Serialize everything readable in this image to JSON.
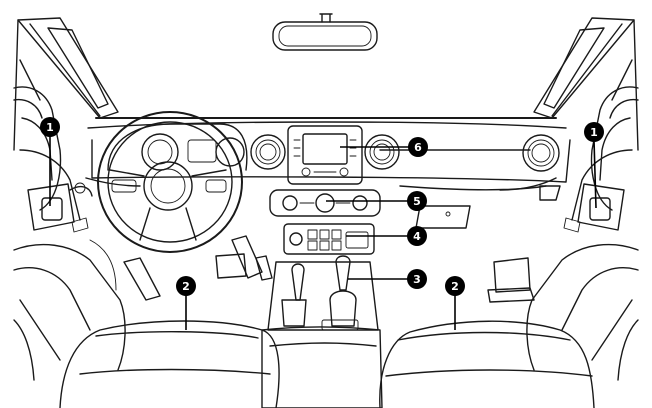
{
  "callouts": [
    {
      "id": "c1-left",
      "label": "1"
    },
    {
      "id": "c1-right",
      "label": "1"
    },
    {
      "id": "c2-left",
      "label": "2"
    },
    {
      "id": "c2-right",
      "label": "2"
    },
    {
      "id": "c3",
      "label": "3"
    },
    {
      "id": "c4",
      "label": "4"
    },
    {
      "id": "c5",
      "label": "5"
    },
    {
      "id": "c6",
      "label": "6"
    }
  ]
}
